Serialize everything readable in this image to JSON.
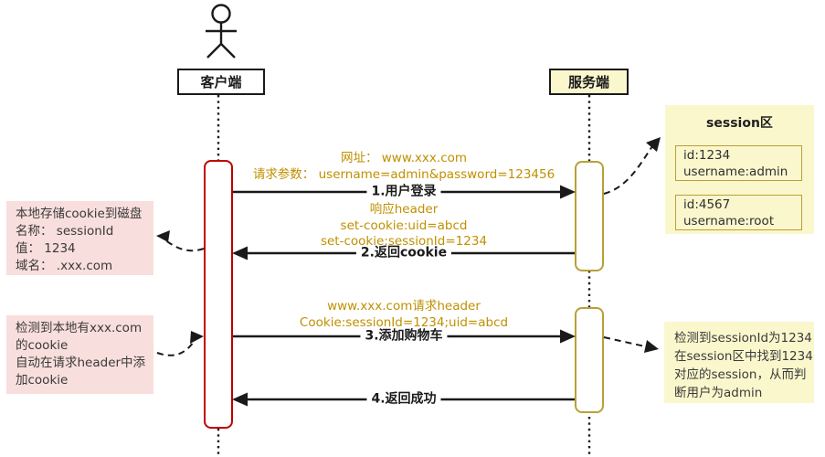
{
  "colors": {
    "client_accent": "#C00000",
    "server_accent": "#B8A038",
    "annotation_text": "#BF9000",
    "note_pink_bg": "#F8DEDC",
    "note_yellow_bg": "#FBF7CD"
  },
  "participants": {
    "client": {
      "label": "客户端"
    },
    "server": {
      "label": "服务端"
    }
  },
  "messages": [
    {
      "label": "1.用户登录",
      "direction": "right",
      "annotation": [
        "网址： www.xxx.com",
        "请求参数： username=admin&password=123456"
      ]
    },
    {
      "label": "2.返回cookie",
      "direction": "left",
      "annotation": [
        "响应header",
        "set-cookie:uid=abcd",
        "set-cookie:sessionId=1234"
      ]
    },
    {
      "label": "3.添加购物车",
      "direction": "right",
      "annotation": [
        "www.xxx.com请求header",
        "Cookie:sessionId=1234;uid=abcd"
      ]
    },
    {
      "label": "4.返回成功",
      "direction": "left",
      "annotation": []
    }
  ],
  "client_notes": [
    {
      "lines": [
        "本地存储cookie到磁盘",
        "名称： sessionId",
        "值： 1234",
        "域名： .xxx.com"
      ]
    },
    {
      "lines": [
        "检测到本地有xxx.com",
        "的cookie",
        "自动在请求header中添",
        "加cookie"
      ]
    }
  ],
  "server_notes": {
    "session_store": {
      "title": "session区",
      "entries": [
        {
          "lines": [
            "id:1234",
            "username:admin"
          ]
        },
        {
          "lines": [
            "id:4567",
            "username:root"
          ]
        }
      ]
    },
    "session_lookup": {
      "lines": [
        "检测到sessionId为1234",
        "在session区中找到1234",
        "对应的session，从而判",
        "断用户为admin"
      ]
    }
  }
}
